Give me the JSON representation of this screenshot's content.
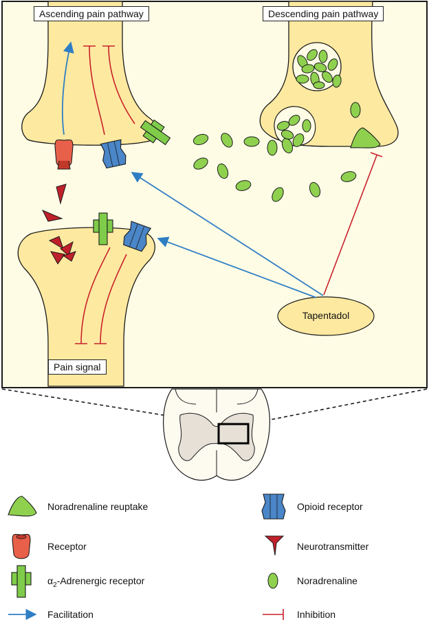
{
  "labels": {
    "ascending": "Ascending pain pathway",
    "descending": "Descending pain pathway",
    "pain_signal": "Pain signal",
    "tapentadol": "Tapentadol"
  },
  "legend": {
    "noradrenaline_reuptake": "Noradrenaline reuptake",
    "opioid_receptor": "Opioid receptor",
    "receptor": "Receptor",
    "neurotransmitter": "Neurotransmitter",
    "alpha2_prefix": "α",
    "alpha2_sub": "2",
    "alpha2_suffix": "-Adrenergic receptor",
    "noradrenaline": "Noradrenaline",
    "facilitation": "Facilitation",
    "inhibition": "Inhibition"
  },
  "colors": {
    "neuron_fill": "#fde9a0",
    "neuron_stroke": "#1a1a1a",
    "panel_bg": "#fffce6",
    "facilitation": "#2f7ec4",
    "inhibition": "#c8202a",
    "noradrenaline": "#8fd14f",
    "opioid": "#4a86c8",
    "receptor": "#e8604a",
    "neurotransmitter": "#c0202a",
    "alpha2": "#7fcc4a",
    "spinal_fill": "#fdfaf0",
    "grey_matter": "#e6e0d6"
  }
}
